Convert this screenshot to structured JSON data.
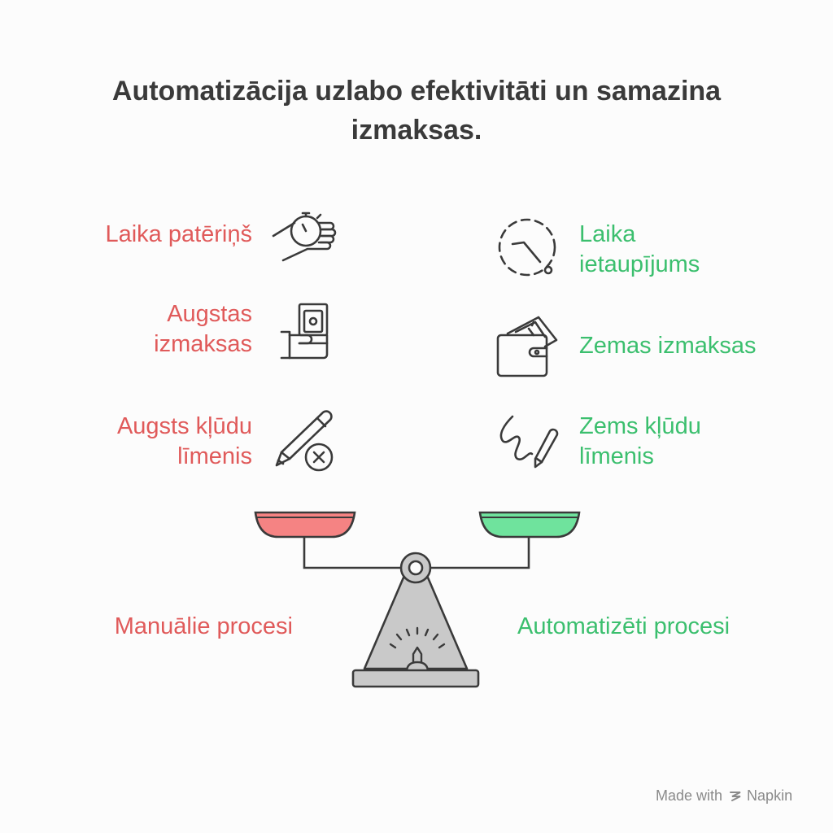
{
  "title": "Automatizācija uzlabo efektivitāti un samazina\nizmaksas.",
  "colors": {
    "manual": "#e05a5a",
    "automated": "#3bbf6e",
    "icon": "#3a3a3a",
    "scale_body": "#c9c9c9"
  },
  "left": {
    "items": [
      {
        "label": "Laika patēriņš",
        "icon": "hand-stopwatch-icon"
      },
      {
        "label": "Augstas\nizmaksas",
        "icon": "hand-money-icon"
      },
      {
        "label": "Augsts kļūdu\nlīmenis",
        "icon": "pencil-error-icon"
      }
    ],
    "caption": "Manuālie procesi"
  },
  "right": {
    "items": [
      {
        "label": "Laika\nietaupījums",
        "icon": "clock-saving-icon"
      },
      {
        "label": "Zemas izmaksas",
        "icon": "wallet-icon"
      },
      {
        "label": "Zems kļūdu\nlīmenis",
        "icon": "pen-scribble-icon"
      }
    ],
    "caption": "Automatizēti procesi"
  },
  "footer": {
    "made_with": "Made with",
    "brand": "Napkin"
  }
}
